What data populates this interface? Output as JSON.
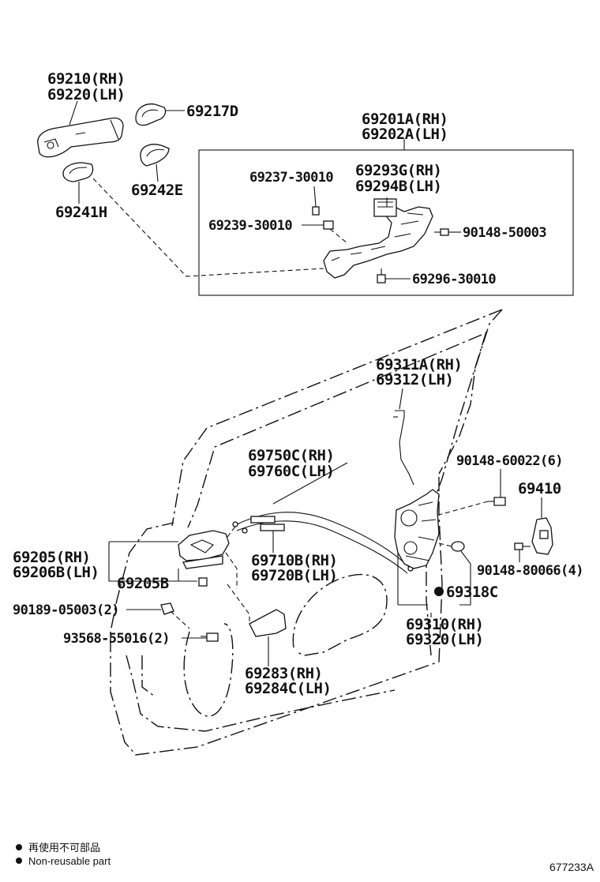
{
  "labels": {
    "handle_rh": "69210(RH)",
    "handle_lh": "69220(LH)",
    "cap_d": "69217D",
    "pad_e": "69242E",
    "pad_h": "69241H",
    "frame_rh": "69201A(RH)",
    "frame_lh": "69202A(LH)",
    "clip_237": "69237-30010",
    "clip_239": "69239-30010",
    "plate_rh": "69293G(RH)",
    "plate_lh": "69294B(LH)",
    "screw_90148_50003": "90148-50003",
    "screw_69296": "69296-30010",
    "rod_rh": "69311A(RH)",
    "rod_lh": "69312(LH)",
    "cable_rh": "69750C(RH)",
    "cable_lh": "69760C(LH)",
    "screw_60022": "90148-60022(6)",
    "striker": "69410",
    "inner_rh": "69205(RH)",
    "inner_lh": "69206B(LH)",
    "inner_b": "69205B",
    "cable2_rh": "69710B(RH)",
    "cable2_lh": "69720B(LH)",
    "screw_80066": "90148-80066(4)",
    "seal_c": "69318C",
    "clip_05003": "90189-05003(2)",
    "screw_55016": "93568-55016(2)",
    "lock_rh": "69310(RH)",
    "lock_lh": "69320(LH)",
    "cover_rh": "69283(RH)",
    "cover_lh": "69284C(LH)"
  },
  "legend": {
    "jp": "再使用不可部品",
    "en": "Non-reusable part"
  },
  "reference": "677233A"
}
